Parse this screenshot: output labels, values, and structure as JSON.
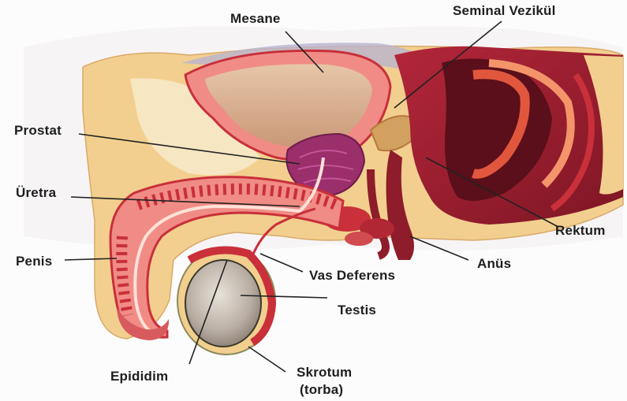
{
  "labels": {
    "mesane": "Mesane",
    "seminal_vezikul": "Seminal Vezikül",
    "prostat": "Prostat",
    "uretra": "Üretra",
    "penis": "Penis",
    "rektum": "Rektum",
    "anus": "Anüs",
    "vas_deferens": "Vas Deferens",
    "testis": "Testis",
    "epididim": "Epididim",
    "skrotum": "Skrotum",
    "skrotum_sub": "(torba)"
  },
  "colors": {
    "skin": "#f2cf8e",
    "tissue_red": "#c9303a",
    "dark_red": "#8e1c2a",
    "pink": "#f08c85",
    "prostate": "#9a2f6b",
    "testis": "#b9aea3",
    "bladder_inner": "#d9b59a",
    "leader_line": "#222222"
  }
}
